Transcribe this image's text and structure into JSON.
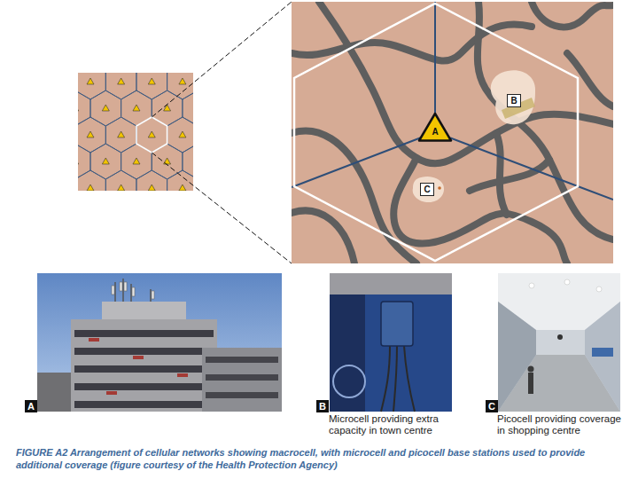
{
  "diagram": {
    "caption": "FIGURE A2 Arrangement of cellular networks showing macrocell, with microcell and picocell base stations used to provide additional coverage (figure courtesy of the Health Protection Agency)",
    "nodes": [
      {
        "text": [
          "B"
        ]
      },
      {
        "text": [
          "A"
        ]
      },
      {
        "text": [
          "C"
        ]
      },
      {
        "text": [
          "A"
        ]
      },
      {
        "text": [
          "B"
        ]
      },
      {
        "text": [
          "C"
        ]
      }
    ],
    "labels": [
      "Microcell providing extra capacity in town centre",
      "Picocell providing coverage in shopping centre"
    ]
  }
}
